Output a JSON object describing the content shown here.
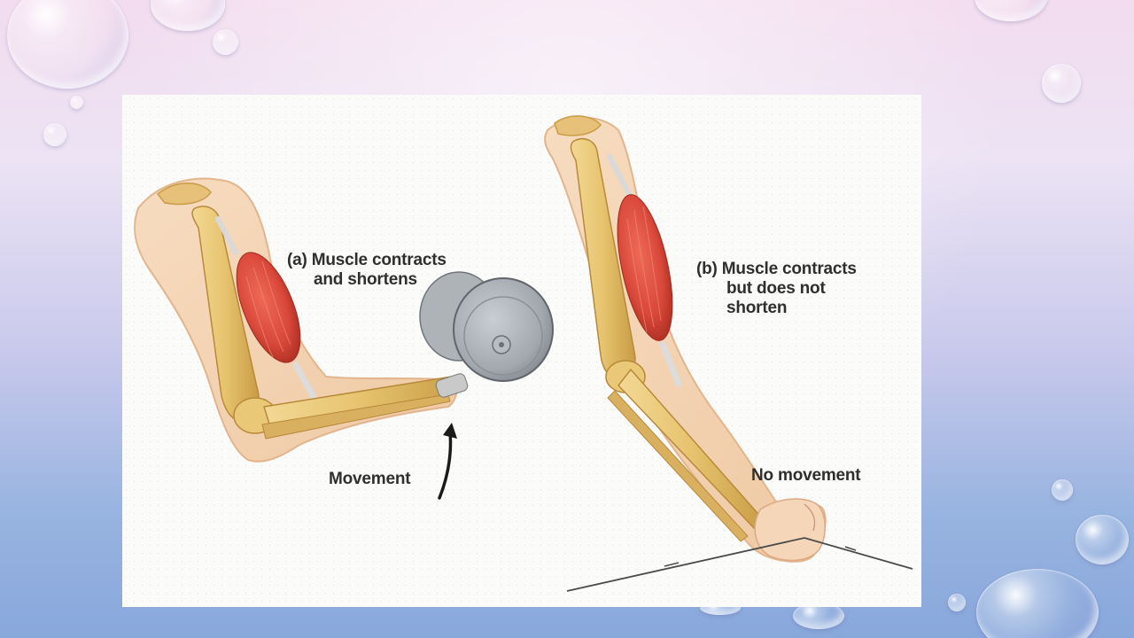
{
  "panel_a": {
    "caption_line1": "(a) Muscle contracts",
    "caption_line2": "and shortens",
    "movement_label": "Movement"
  },
  "panel_b": {
    "caption_line1": "(b) Muscle contracts",
    "caption_line2": "but does not",
    "caption_line3": "shorten",
    "movement_label": "No movement"
  },
  "colors": {
    "bone": "#e9c878",
    "muscle": "#d9483a",
    "skin": "#f4d3b0",
    "weight": "#9aa0a6"
  }
}
